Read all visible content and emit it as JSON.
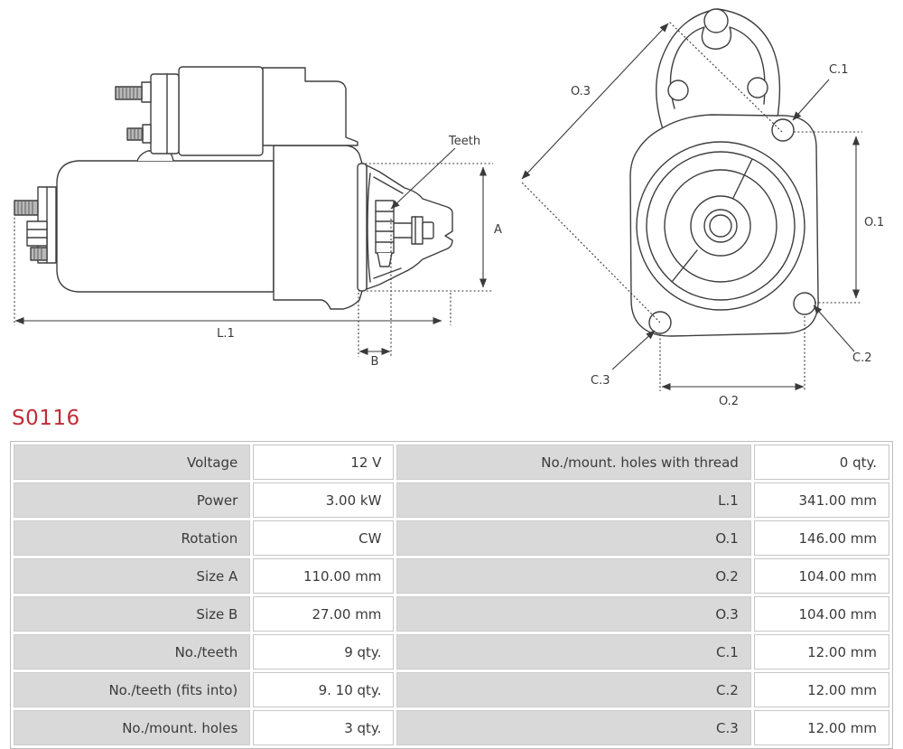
{
  "part": {
    "code": "S0116",
    "code_color": "#bf2e38"
  },
  "drawings": {
    "side_view": {
      "labels": {
        "teeth": "Teeth",
        "a": "A",
        "l1": "L.1",
        "b": "B"
      }
    },
    "front_view": {
      "labels": {
        "o3": "O.3",
        "c1": "C.1",
        "o1": "O.1",
        "o2": "O.2",
        "c2": "C.2",
        "c3": "C.3"
      }
    }
  },
  "spec_table": {
    "left_rows": [
      {
        "label": "Voltage",
        "value": "12 V"
      },
      {
        "label": "Power",
        "value": "3.00 kW"
      },
      {
        "label": "Rotation",
        "value": "CW"
      },
      {
        "label": "Size A",
        "value": "110.00 mm"
      },
      {
        "label": "Size B",
        "value": "27.00 mm"
      },
      {
        "label": "No./teeth",
        "value": "9 qty."
      },
      {
        "label": "No./teeth (fits into)",
        "value": "9. 10 qty."
      },
      {
        "label": "No./mount. holes",
        "value": "3 qty."
      }
    ],
    "right_rows": [
      {
        "label": "No./mount. holes with thread",
        "value": "0 qty."
      },
      {
        "label": "L.1",
        "value": "341.00 mm"
      },
      {
        "label": "O.1",
        "value": "146.00 mm"
      },
      {
        "label": "O.2",
        "value": "104.00 mm"
      },
      {
        "label": "O.3",
        "value": "104.00 mm"
      },
      {
        "label": "C.1",
        "value": "12.00 mm"
      },
      {
        "label": "C.2",
        "value": "12.00 mm"
      },
      {
        "label": "C.3",
        "value": "12.00 mm"
      }
    ],
    "colors": {
      "label_bg": "#d9d9d9",
      "value_bg": "#ffffff",
      "border": "#c6c6c6",
      "outer_border": "#bdbdbd",
      "text": "#3a3a3a"
    }
  }
}
